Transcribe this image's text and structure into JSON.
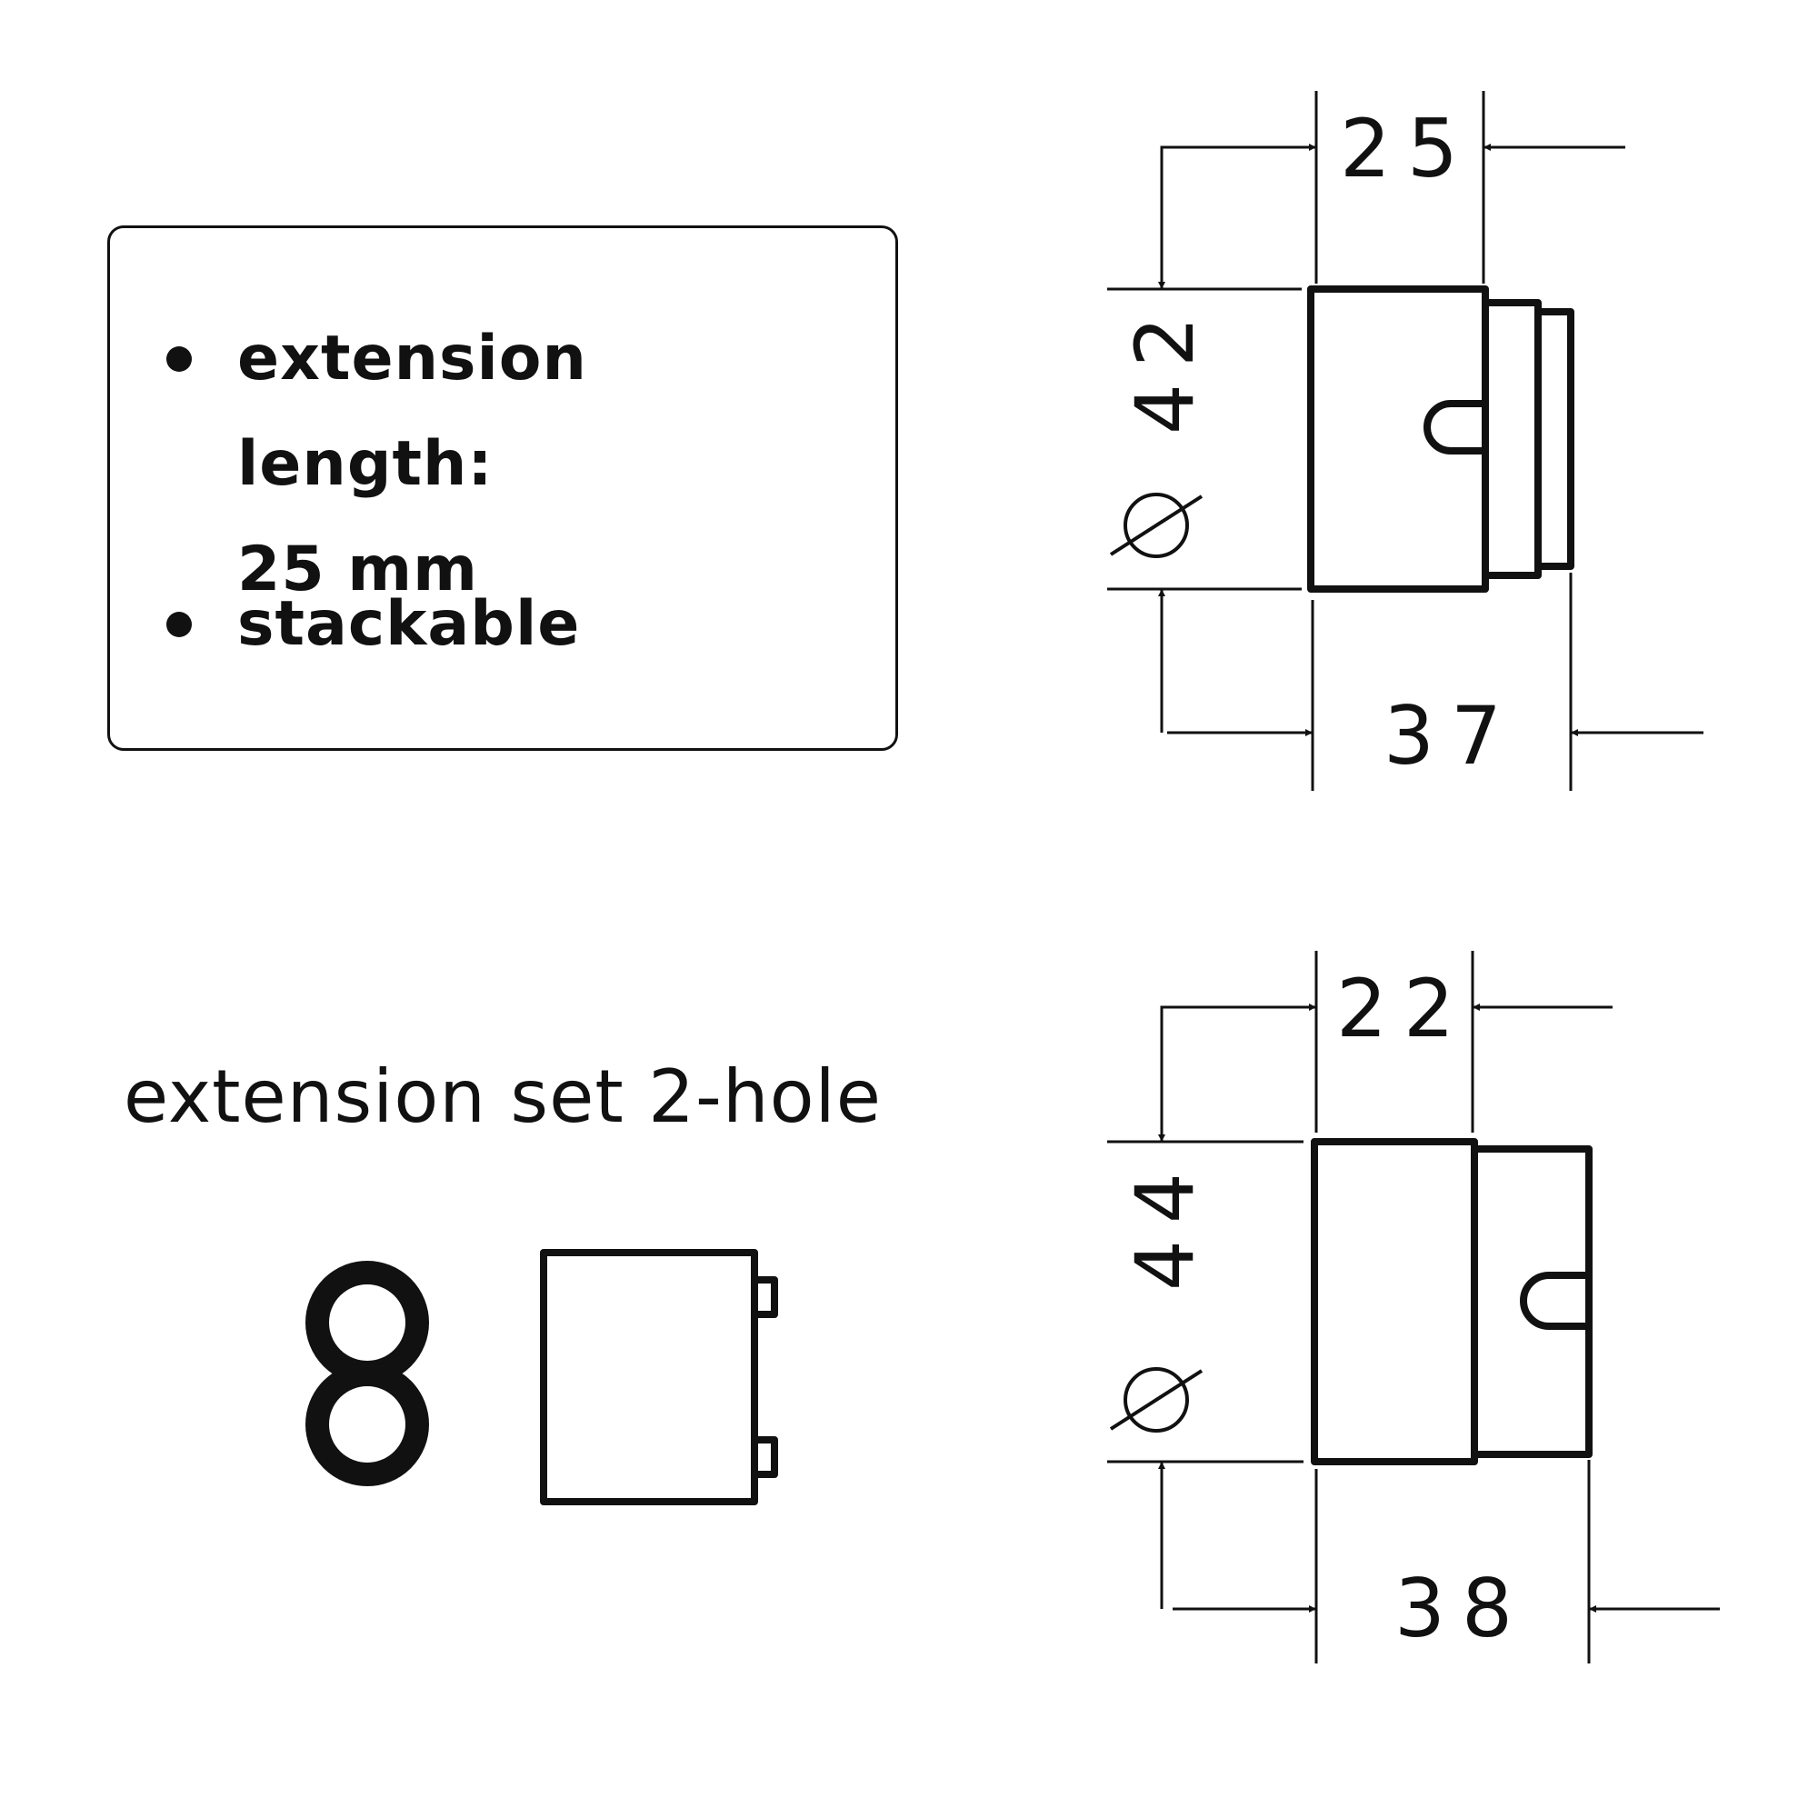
{
  "info": {
    "bullets": [
      {
        "line1": "extension length:",
        "line2": "25 mm"
      },
      {
        "line1": "stackable"
      }
    ]
  },
  "product": {
    "title": "extension set 2-hole",
    "set_icon": "stacked-rings-icon",
    "view_icon": "part-front-view-icon"
  },
  "drawing_top": {
    "width_front": "25",
    "diameter": "42",
    "total_length": "37",
    "diameter_symbol": "⌀"
  },
  "drawing_bottom": {
    "width_front": "22",
    "diameter": "44",
    "total_length": "38",
    "diameter_symbol": "⌀"
  }
}
